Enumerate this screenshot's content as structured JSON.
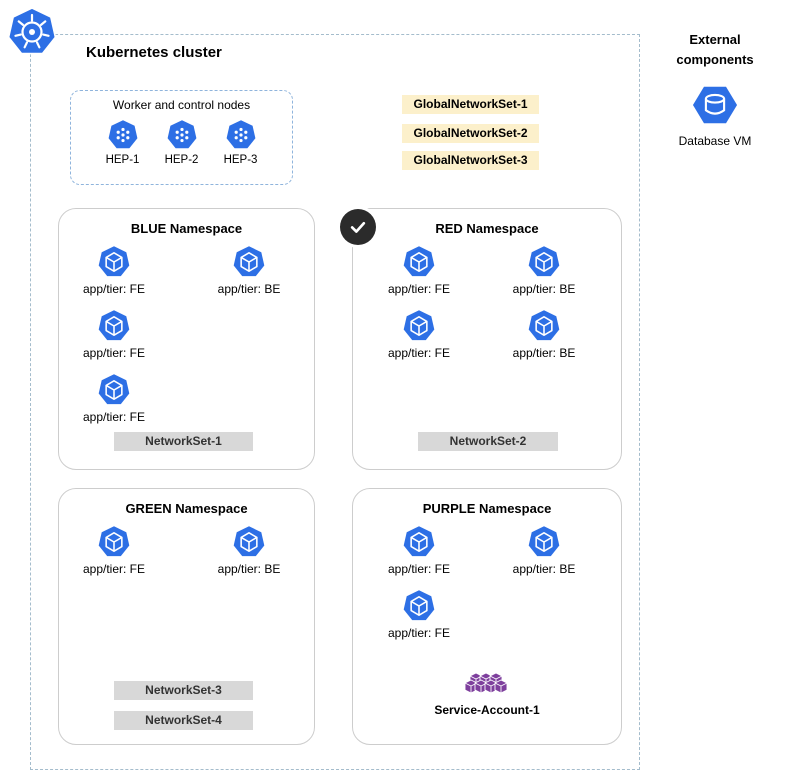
{
  "cluster": {
    "title": "Kubernetes cluster"
  },
  "external": {
    "title": "External components",
    "items": [
      {
        "label": "Database VM"
      }
    ]
  },
  "worker_nodes": {
    "title": "Worker and control nodes",
    "items": [
      {
        "label": "HEP-1"
      },
      {
        "label": "HEP-2"
      },
      {
        "label": "HEP-3"
      }
    ]
  },
  "global_network_sets": [
    {
      "label": "GlobalNetworkSet-1"
    },
    {
      "label": "GlobalNetworkSet-2"
    },
    {
      "label": "GlobalNetworkSet-3"
    }
  ],
  "namespaces": {
    "blue": {
      "title": "BLUE Namespace",
      "pods": [
        {
          "label": "app/tier: FE"
        },
        {
          "label": "app/tier: BE"
        },
        {
          "label": "app/tier: FE"
        },
        {
          "label": "app/tier: FE"
        }
      ],
      "network_sets": [
        {
          "label": "NetworkSet-1"
        }
      ]
    },
    "red": {
      "title": "RED Namespace",
      "checked": true,
      "pods": [
        {
          "label": "app/tier: FE"
        },
        {
          "label": "app/tier: BE"
        },
        {
          "label": "app/tier: FE"
        },
        {
          "label": "app/tier: BE"
        }
      ],
      "network_sets": [
        {
          "label": "NetworkSet-2"
        }
      ]
    },
    "green": {
      "title": "GREEN Namespace",
      "pods": [
        {
          "label": "app/tier: FE"
        },
        {
          "label": "app/tier: BE"
        }
      ],
      "network_sets": [
        {
          "label": "NetworkSet-3"
        },
        {
          "label": "NetworkSet-4"
        }
      ]
    },
    "purple": {
      "title": "PURPLE Namespace",
      "pods": [
        {
          "label": "app/tier: FE"
        },
        {
          "label": "app/tier: BE"
        },
        {
          "label": "app/tier: FE"
        }
      ],
      "service_accounts": [
        {
          "label": "Service-Account-1"
        }
      ]
    }
  },
  "colors": {
    "kubernetes_blue": "#2D6FE5",
    "chip_yellow": "#FCF0CB",
    "chip_grey": "#D8D8D8",
    "service_account_purple": "#7E3F9D",
    "check_black": "#2B2B2B"
  }
}
